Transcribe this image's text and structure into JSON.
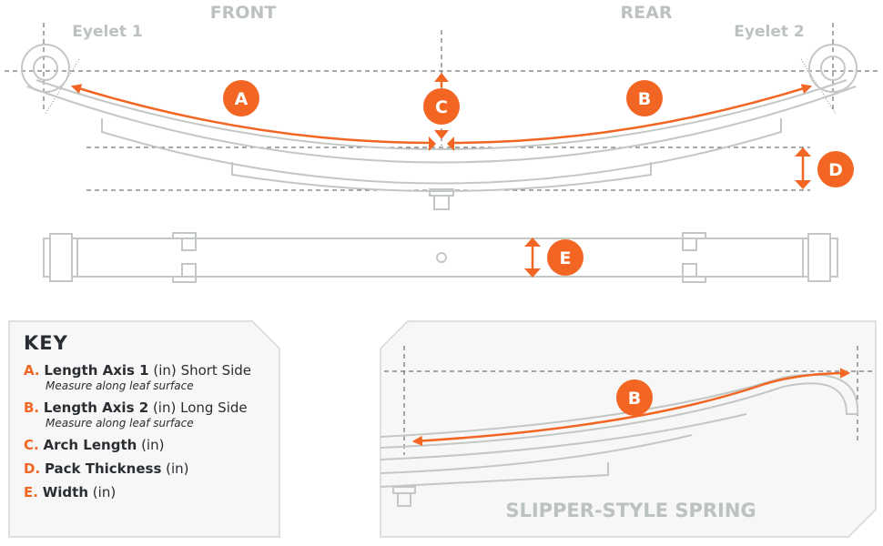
{
  "labels": {
    "front": "FRONT",
    "rear": "REAR",
    "eyelet1": "Eyelet 1",
    "eyelet2": "Eyelet 2"
  },
  "badges": {
    "a": "A",
    "b": "B",
    "c": "C",
    "d": "D",
    "e": "E"
  },
  "key": {
    "title": "KEY",
    "items": [
      {
        "letter": "A.",
        "name": "Length Axis 1",
        "unit": "(in)",
        "extra": "Short Side",
        "note": "Measure along leaf surface"
      },
      {
        "letter": "B.",
        "name": "Length Axis 2",
        "unit": "(in)",
        "extra": "Long Side",
        "note": "Measure along leaf surface"
      },
      {
        "letter": "C.",
        "name": "Arch Length",
        "unit": "(in)"
      },
      {
        "letter": "D.",
        "name": "Pack Thickness",
        "unit": "(in)"
      },
      {
        "letter": "E.",
        "name": "Width",
        "unit": "(in)"
      }
    ]
  },
  "slipper": {
    "title": "SLIPPER-STYLE SPRING",
    "badge": "B"
  },
  "colors": {
    "accent": "#f26522",
    "line": "#c4c8c4",
    "text": "#2a2e33"
  }
}
